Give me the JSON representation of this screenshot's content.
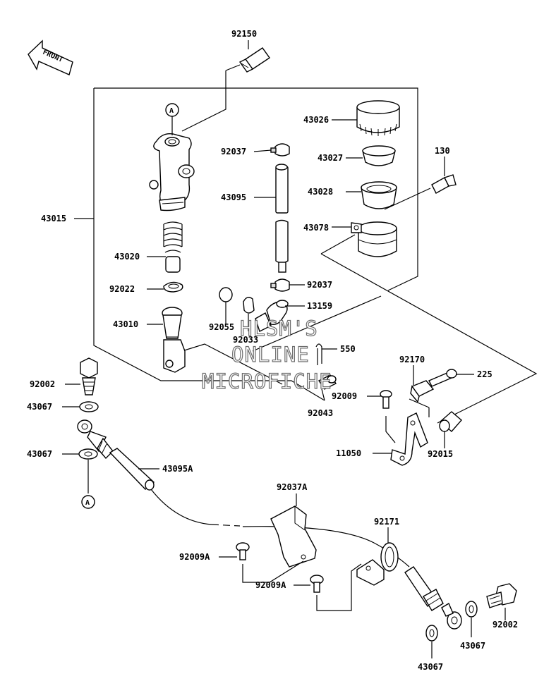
{
  "front_arrow": {
    "label": "FRONT"
  },
  "watermark": {
    "line1": "HLSM'S",
    "line2": "ONLINE",
    "line3": "MICROFICHE"
  },
  "ref": {
    "a_top": "A",
    "a_bottom": "A"
  },
  "labels": {
    "p92150": "92150",
    "p43026": "43026",
    "p92037_top": "92037",
    "p43027": "43027",
    "p130": "130",
    "p43095": "43095",
    "p43028": "43028",
    "p43015": "43015",
    "p43078": "43078",
    "p43020": "43020",
    "p92022": "92022",
    "p92037_mid": "92037",
    "p13159": "13159",
    "p43010": "43010",
    "p92055": "92055",
    "p92033": "92033",
    "p550": "550",
    "p92170": "92170",
    "p225": "225",
    "p92002_left": "92002",
    "p92009": "92009",
    "p92043": "92043",
    "p43067_1": "43067",
    "p11050": "11050",
    "p92015": "92015",
    "p43067_2": "43067",
    "p43095A": "43095A",
    "p92037A": "92037A",
    "p92171": "92171",
    "p92009A_1": "92009A",
    "p92009A_2": "92009A",
    "p92002_right": "92002",
    "p43067_3": "43067",
    "p43067_4": "43067"
  }
}
